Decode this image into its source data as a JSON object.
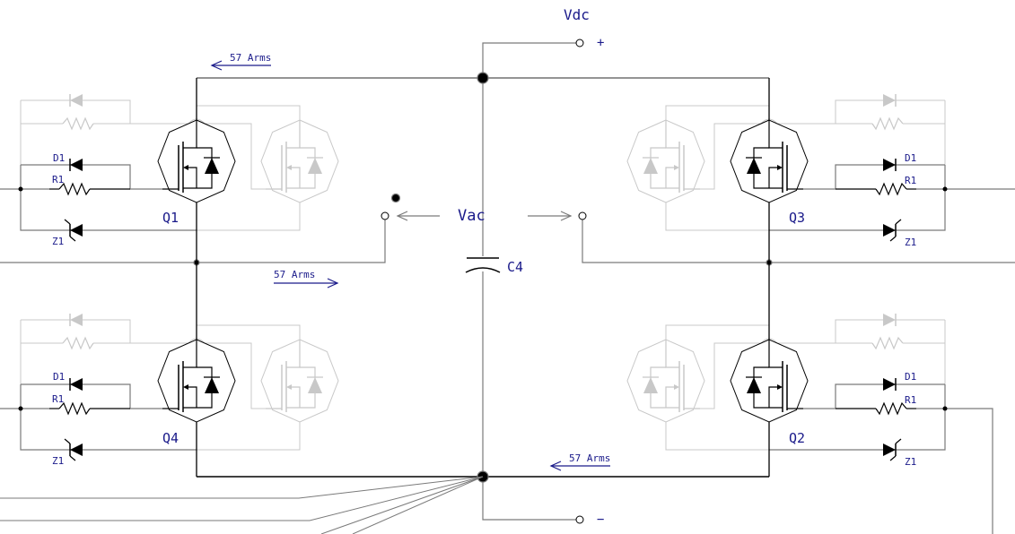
{
  "colors": {
    "wire": "#7a7a7a",
    "component": "#000000",
    "ghost": "#c8c8c8",
    "label": "#1a1a8a"
  },
  "dc_source": {
    "label": "Vdc",
    "plus": "+",
    "minus": "−"
  },
  "ac_output": {
    "label": "Vac"
  },
  "capacitor": {
    "label": "C4"
  },
  "currents": {
    "top": "57 Arms",
    "middle": "57 Arms",
    "bottom": "57 Arms"
  },
  "switches": [
    {
      "ref": "Q1",
      "diode": "D1",
      "resistor": "R1",
      "zener": "Z1"
    },
    {
      "ref": "Q4",
      "diode": "D1",
      "resistor": "R1",
      "zener": "Z1"
    },
    {
      "ref": "Q3",
      "diode": "D1",
      "resistor": "R1",
      "zener": "Z1"
    },
    {
      "ref": "Q2",
      "diode": "D1",
      "resistor": "R1",
      "zener": "Z1"
    }
  ]
}
